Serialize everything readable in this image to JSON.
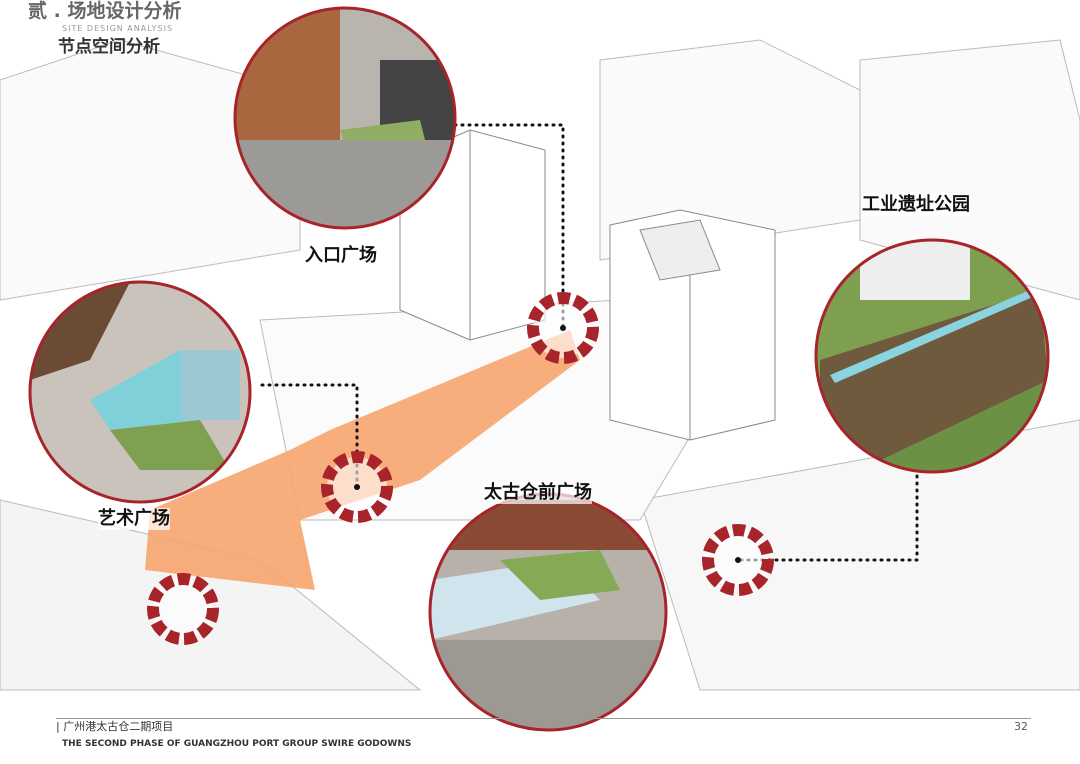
{
  "header": {
    "title": "贰 . 场地设计分析",
    "title_en": "SITE DESIGN ANALYSIS",
    "subtitle": "节点空间分析"
  },
  "nodes": [
    {
      "label": "入口广场"
    },
    {
      "label": "艺术广场"
    },
    {
      "label": "太古仓前广场"
    },
    {
      "label": "工业遗址公园"
    }
  ],
  "colors": {
    "ring": "#a8242b",
    "arrow": "#f7a46f",
    "lines": "#bbbbbb"
  },
  "footer": {
    "project_cn": "| 广州港太古仓二期项目",
    "project_en": "THE SECOND PHASE OF GUANGZHOU PORT GROUP SWIRE GODOWNS",
    "page": "32"
  }
}
